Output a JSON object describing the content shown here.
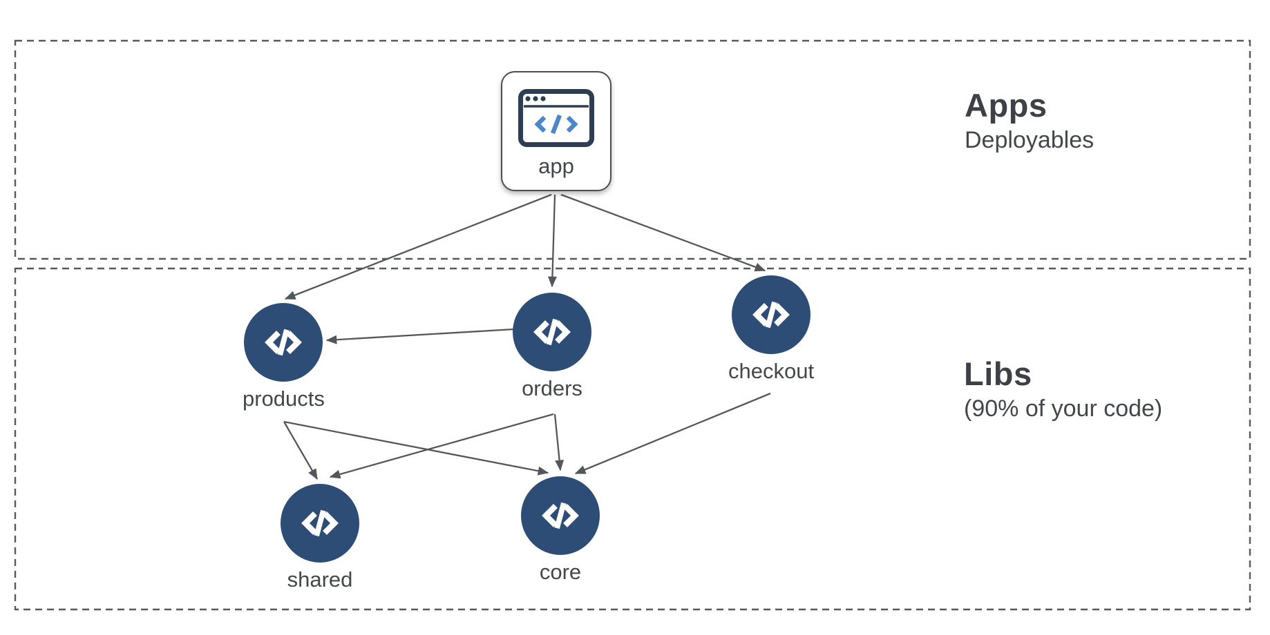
{
  "sections": {
    "apps": {
      "title": "Apps",
      "subtitle": "Deployables"
    },
    "libs": {
      "title": "Libs",
      "subtitle": "(90% of your code)"
    }
  },
  "diagram": {
    "nodes": [
      {
        "id": "app",
        "label": "app",
        "kind": "application",
        "icon": "browser-code-icon"
      },
      {
        "id": "products",
        "label": "products",
        "kind": "library",
        "icon": "code-icon"
      },
      {
        "id": "orders",
        "label": "orders",
        "kind": "library",
        "icon": "code-icon"
      },
      {
        "id": "checkout",
        "label": "checkout",
        "kind": "library",
        "icon": "code-icon"
      },
      {
        "id": "shared",
        "label": "shared",
        "kind": "library",
        "icon": "code-icon"
      },
      {
        "id": "core",
        "label": "core",
        "kind": "library",
        "icon": "code-icon"
      }
    ],
    "edges": [
      {
        "from": "app",
        "to": "products"
      },
      {
        "from": "app",
        "to": "orders"
      },
      {
        "from": "app",
        "to": "checkout"
      },
      {
        "from": "orders",
        "to": "products"
      },
      {
        "from": "products",
        "to": "shared"
      },
      {
        "from": "products",
        "to": "core"
      },
      {
        "from": "orders",
        "to": "shared"
      },
      {
        "from": "orders",
        "to": "core"
      },
      {
        "from": "checkout",
        "to": "core"
      }
    ]
  },
  "colors": {
    "node_fill": "#2d4d76",
    "edge": "#53565b",
    "section_border": "#55585d",
    "heading_text": "#3d4147",
    "label_text": "#43474c",
    "app_icon_frame": "#2e3e52",
    "app_icon_code": "#4c87c9",
    "background": "#ffffff"
  }
}
